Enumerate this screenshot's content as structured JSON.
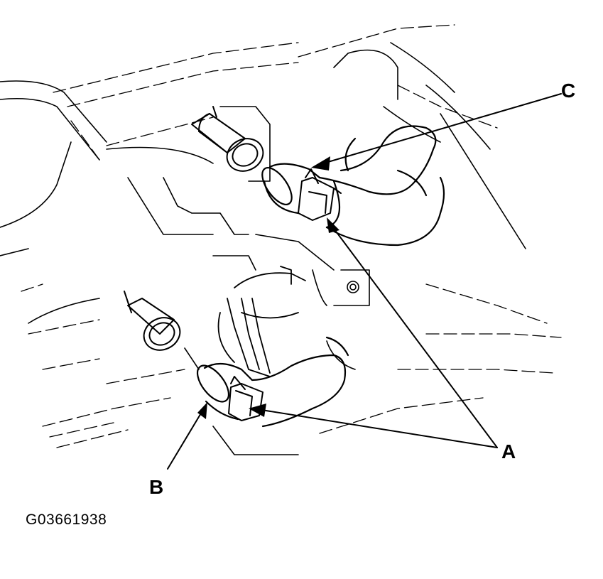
{
  "callouts": {
    "a": "A",
    "b": "B",
    "c": "C"
  },
  "figure_id": "G03661938",
  "colors": {
    "ink": "#000000",
    "background": "#ffffff"
  }
}
